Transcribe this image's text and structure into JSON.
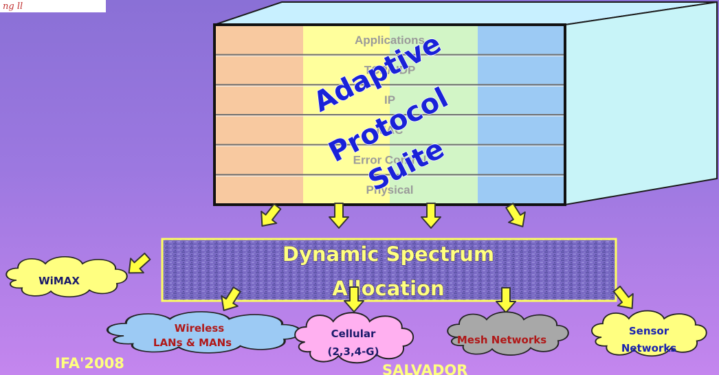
{
  "logo": {
    "text": "ng ll"
  },
  "stack": {
    "layers": [
      "Applications",
      "TCP/UDP",
      "IP",
      "MAC",
      "Error Control",
      "Physical"
    ],
    "column_colors": [
      "#f8c9a0",
      "#ffff9c",
      "#d2f5c6",
      "#9ccaf4"
    ]
  },
  "overlay": {
    "lines": [
      "Adaptive",
      "Protocol",
      "Suite"
    ]
  },
  "dsa": {
    "lines": [
      "Dynamic Spectrum",
      "Allocation"
    ]
  },
  "clouds": {
    "wimax": {
      "lines": [
        "WiMAX"
      ],
      "color": "#ffff80"
    },
    "wireless": {
      "lines": [
        "Wireless",
        "LANs & MANs"
      ],
      "color": "#9ccaf4"
    },
    "cellular": {
      "lines": [
        "Cellular",
        "(2,3,4-G)"
      ],
      "color": "#ffb0f0"
    },
    "mesh": {
      "lines": [
        "Mesh Networks"
      ],
      "color": "#a8a8a8"
    },
    "sensor": {
      "lines": [
        "Sensor",
        "Networks"
      ],
      "color": "#ffff80"
    }
  },
  "footer": {
    "left": "IFA'2008",
    "right": "SALVADOR"
  }
}
